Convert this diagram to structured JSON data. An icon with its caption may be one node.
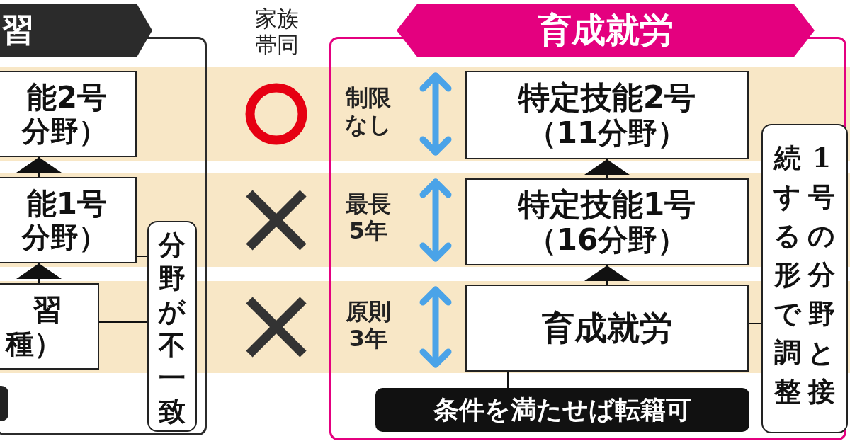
{
  "diagram": {
    "nodes": [
      {
        "text": [
          "習"
        ]
      },
      {
        "text": [
          "能2号",
          "分野）"
        ],
        "in": 0
      },
      {
        "text": [
          "能1号",
          "分野）"
        ],
        "in": 0
      },
      {
        "text": [
          "習",
          "種）"
        ],
        "in": 0
      },
      {
        "text": [
          "分野が不一致"
        ],
        "in": 0
      },
      {
        "text": [],
        "shape": "box",
        "in": 0
      },
      {
        "text": [
          "育成就労"
        ]
      },
      {
        "text": [
          "特定技能2号",
          "（11分野）"
        ],
        "in": 6
      },
      {
        "text": [
          "特定技能1号",
          "（16分野）"
        ],
        "in": 6
      },
      {
        "text": [
          "育成就労"
        ],
        "in": 6
      },
      {
        "text": [
          "条件を満たせば転籍可"
        ],
        "in": 6
      },
      {
        "text": [
          "1号の分野と接続する形で調整"
        ],
        "in": 6
      }
    ],
    "edges": [
      {
        "from": 2,
        "to": 1,
        "arrow": "to"
      },
      {
        "from": 3,
        "to": 2,
        "arrow": "to"
      },
      {
        "from": 4,
        "to": 2,
        "arrow": "none"
      },
      {
        "from": 4,
        "to": 3,
        "arrow": "none"
      },
      {
        "from": 8,
        "to": 7,
        "arrow": "to"
      },
      {
        "from": 9,
        "to": 8,
        "arrow": "to"
      },
      {
        "from": 10,
        "to": 9,
        "arrow": "none"
      },
      {
        "from": 11,
        "to": 9,
        "arrow": "none"
      }
    ],
    "labels": [
      "家族帯同",
      "制限なし",
      "最長5年",
      "原則3年"
    ]
  }
}
